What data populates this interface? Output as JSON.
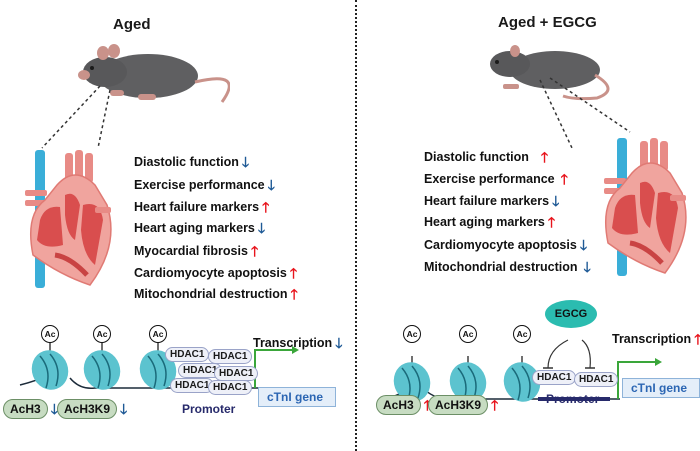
{
  "panels": {
    "left": {
      "title": "Aged",
      "effects": [
        {
          "label": "Diastolic function",
          "direction": "down",
          "arrow": "🡓"
        },
        {
          "label": "Exercise performance",
          "direction": "down",
          "arrow": "🡓"
        },
        {
          "label": "Heart failure markers",
          "direction": "up",
          "arrow": "🡑"
        },
        {
          "label": "Heart aging markers",
          "direction": "down",
          "arrow": "🡓"
        },
        {
          "label": "Myocardial fibrosis",
          "direction": "up",
          "arrow": "🡑"
        },
        {
          "label": "Cardiomyocyte apoptosis",
          "direction": "up",
          "arrow": "🡑"
        },
        {
          "label": "Mitochondrial destruction",
          "direction": "up",
          "arrow": "🡑"
        }
      ],
      "acetyl_label": "Ac",
      "hdac_label": "HDAC1",
      "hdac_count": 6,
      "histones": [
        {
          "label": "AcH3",
          "direction": "down",
          "arrow": "🡓"
        },
        {
          "label": "AcH3K9",
          "direction": "down",
          "arrow": "🡓"
        }
      ],
      "promoter_label": "Promoter",
      "gene_label": "cTnI gene",
      "transcription": {
        "label": "Transcription",
        "direction": "down",
        "arrow": "🡓"
      }
    },
    "right": {
      "title": "Aged + EGCG",
      "effects": [
        {
          "label": "Diastolic function",
          "direction": "up",
          "arrow": "🡑"
        },
        {
          "label": "Exercise performance",
          "direction": "up",
          "arrow": "🡑"
        },
        {
          "label": "Heart failure markers",
          "direction": "down",
          "arrow": "🡓"
        },
        {
          "label": "Heart aging markers",
          "direction": "up",
          "arrow": "🡑"
        },
        {
          "label": "Cardiomyocyte apoptosis",
          "direction": "down",
          "arrow": "🡓"
        },
        {
          "label": "Mitochondrial destruction",
          "direction": "down",
          "arrow": "🡓"
        }
      ],
      "acetyl_label": "Ac",
      "hdac_label": "HDAC1",
      "hdac_count": 2,
      "egcg_label": "EGCG",
      "histones": [
        {
          "label": "AcH3",
          "direction": "up",
          "arrow": "🡑"
        },
        {
          "label": "AcH3K9",
          "direction": "up",
          "arrow": "🡑"
        }
      ],
      "promoter_label": "Promoter",
      "gene_label": "cTnI gene",
      "transcription": {
        "label": "Transcription",
        "direction": "up",
        "arrow": "🡑"
      }
    }
  },
  "colors": {
    "up_arrow": "#e8141c",
    "down_arrow": "#1f5a96",
    "nucleosome": "#5cc3cf",
    "histone_pill": "#c7dcc2",
    "gene_text": "#2c66b3",
    "transcription_arrow": "#3aa63a",
    "egcg": "#2bbcb0"
  }
}
